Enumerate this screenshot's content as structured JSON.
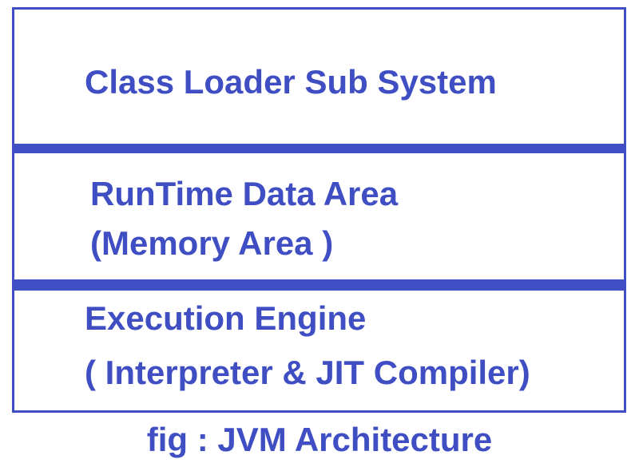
{
  "colors": {
    "primary": "#3f4ec2",
    "background": "#ffffff"
  },
  "layers": [
    {
      "lines": [
        "Class Loader Sub System"
      ]
    },
    {
      "lines": [
        "RunTime Data Area",
        "(Memory Area )"
      ]
    },
    {
      "lines": [
        "Execution Engine",
        "( Interpreter & JIT Compiler)"
      ]
    }
  ],
  "caption": "fig : JVM Architecture"
}
